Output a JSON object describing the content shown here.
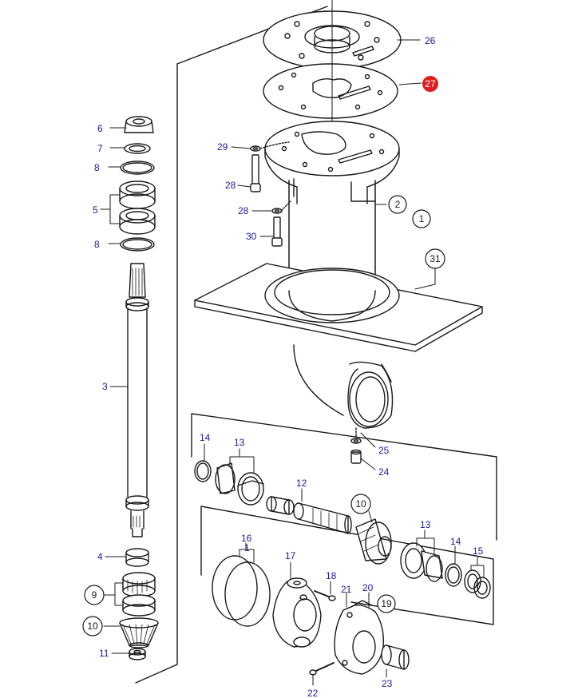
{
  "colors": {
    "line": "#1a1a1a",
    "label": "#1a1aa0",
    "highlight": "#e02020",
    "highlight_text": "#ffffff",
    "fill": "#ffffff",
    "shade": "#e6e6e6"
  },
  "labels": {
    "p1": "1",
    "p2": "2",
    "p3": "3",
    "p4": "4",
    "p5": "5",
    "p6": "6",
    "p7": "7",
    "p8a": "8",
    "p8b": "8",
    "p9": "9",
    "p10a": "10",
    "p10b": "10",
    "p11": "11",
    "p12": "12",
    "p13a": "13",
    "p13b": "13",
    "p14a": "14",
    "p14b": "14",
    "p15": "15",
    "p16": "16",
    "p1b": "1",
    "p17": "17",
    "p18": "18",
    "p19": "19",
    "p20": "20",
    "p21": "21",
    "p22": "22",
    "p23": "23",
    "p24": "24",
    "p25": "25",
    "p26": "26",
    "p27": "27",
    "p28a": "28",
    "p28b": "28",
    "p29": "29",
    "p30": "30",
    "p31": "31"
  }
}
